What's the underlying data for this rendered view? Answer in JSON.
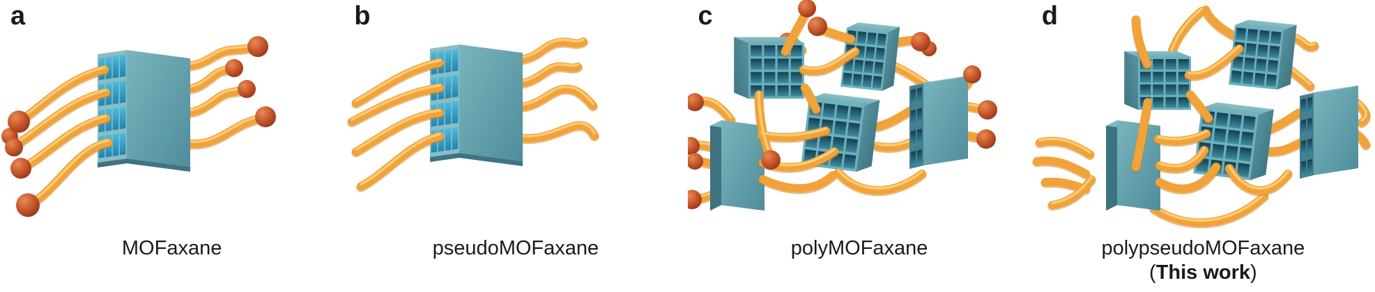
{
  "figure": {
    "panels": [
      {
        "letter": "a",
        "caption": "MOFaxane"
      },
      {
        "letter": "b",
        "caption": "pseudoMOFaxane"
      },
      {
        "letter": "c",
        "caption": "polyMOFaxane"
      },
      {
        "letter": "d",
        "caption": "polypseudoMOFaxane",
        "caption2_open": "(",
        "caption2_bold": "This work",
        "caption2_close": ")"
      }
    ],
    "icons": [
      {
        "name": "mof-block",
        "shape": "teal 3D cube with 4x4 pore grid"
      },
      {
        "name": "polymer-chain",
        "shape": "orange tube"
      },
      {
        "name": "stopper-sphere",
        "shape": "orange-red ball end group"
      }
    ],
    "colors": {
      "background": "#ffffff",
      "text": "#1a1a1a",
      "mof_teal": "#5fa3ad",
      "mof_teal_light": "#79b5bd",
      "mof_teal_dark": "#3f7482",
      "grid_cell_cyan": "#4cbade",
      "grid_cell_dark": "#123f52",
      "chain_orange": "#f1a238",
      "chain_highlight": "#ffcf7e",
      "chain_shadow": "#c97e1b",
      "stopper_orange_red": "#c4552a",
      "stopper_highlight": "#e98a52",
      "stopper_dark": "#8e3418"
    }
  }
}
